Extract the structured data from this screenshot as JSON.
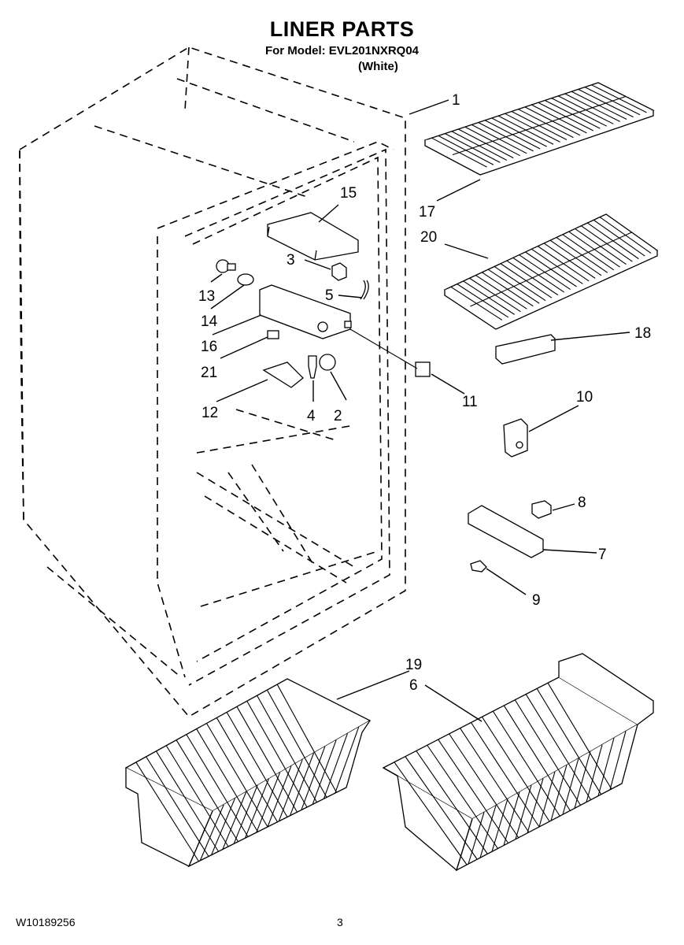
{
  "header": {
    "title": "LINER PARTS",
    "model_line": "For Model: EVL201NXRQ04",
    "color_line": "(White)"
  },
  "footer": {
    "doc_number": "W10189256",
    "page_number": "3"
  },
  "callouts": {
    "c1": "1",
    "c2": "2",
    "c3": "3",
    "c4": "4",
    "c5": "5",
    "c6": "6",
    "c7": "7",
    "c8": "8",
    "c9": "9",
    "c10": "10",
    "c11": "11",
    "c12": "12",
    "c13": "13",
    "c14": "14",
    "c15": "15",
    "c16": "16",
    "c17": "17",
    "c18": "18",
    "c19": "19",
    "c20": "20",
    "c21": "21"
  }
}
